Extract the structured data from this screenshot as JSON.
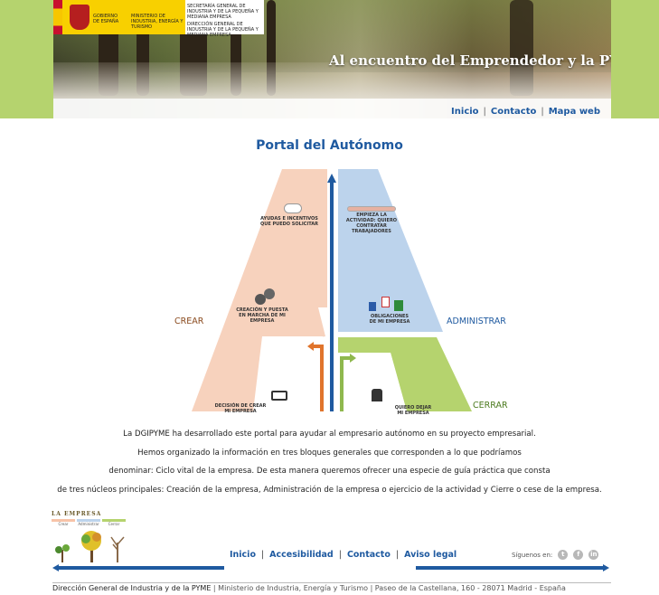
{
  "header": {
    "gov_logo": {
      "gobierno": "GOBIERNO DE ESPAÑA",
      "ministerio": "MINISTERIO DE INDUSTRIA, ENERGÍA Y TURISMO",
      "secretaria": "SECRETARÍA GENERAL DE INDUSTRIA Y DE LA PEQUEÑA Y MEDIANA EMPRESA",
      "direccion": "DIRECCIÓN GENERAL DE INDUSTRIA Y DE LA PEQUEÑA Y MEDIANA EMPRESA"
    },
    "banner_title": "Al encuentro del Emprendedor y la PYME",
    "nav": [
      "Inicio",
      "Contacto",
      "Mapa web"
    ]
  },
  "portal_title": "Portal del Autónomo",
  "diagram": {
    "sides": {
      "crear": "CREAR",
      "administrar": "ADMINISTRAR",
      "cerrar": "CERRAR"
    },
    "items": {
      "ayudas": "AYUDAS E INCENTIVOS QUE PUEDO SOLICITAR",
      "empieza": "EMPIEZA LA ACTIVIDAD: QUIERO CONTRATAR TRABAJADORES",
      "creacion": "CREACIÓN Y PUESTA EN MARCHA DE MI EMPRESA",
      "obligaciones": "OBLIGACIONES DE MI EMPRESA",
      "decision": "DECISIÓN DE CREAR MI EMPRESA",
      "dejar": "QUIERO DEJAR MI EMPRESA"
    },
    "colors": {
      "crear": "#f7d2bd",
      "administrar": "#bcd3ec",
      "cerrar": "#b5d36e",
      "axis": "#1f5aa0",
      "orange_arrow": "#e0742c",
      "green_arrow": "#8fb84e"
    }
  },
  "paragraph": [
    "La DGIPYME ha desarrollado este portal para ayudar al empresario autónomo en su proyecto empresarial.",
    "Hemos organizado la información en tres bloques generales que corresponden a lo que podríamos",
    "denominar: Ciclo vital de la empresa. De esta manera queremos ofrecer una especie de guía práctica que consta",
    "de tres núcleos principales: Creación de la empresa, Administración de la empresa o ejercicio de la actividad y Cierre o cese de la empresa."
  ],
  "footer_logo": {
    "title": "LA EMPRESA",
    "labels": [
      "Crear",
      "Administrar",
      "Cerrar"
    ]
  },
  "footer_nav": [
    "Inicio",
    "Accesibilidad",
    "Contacto",
    "Aviso legal"
  ],
  "follow": {
    "label": "Síguenos en:",
    "icons": [
      "twitter-icon",
      "facebook-icon",
      "linkedin-icon"
    ]
  },
  "bottom": {
    "org": "Dirección General de Industria y de la PYME",
    "rest": " | Ministerio de Industria, Energía y Turismo | Paseo de la Castellana, 160 - 28071 Madrid - España"
  }
}
